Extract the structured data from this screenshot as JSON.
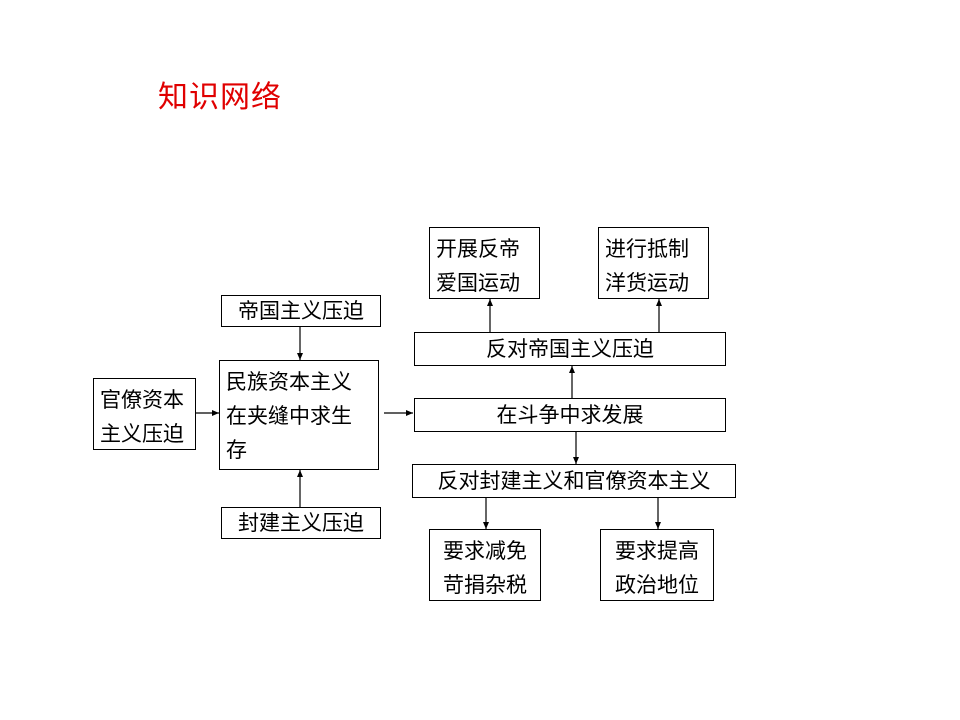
{
  "title": "知识网络",
  "boxes": {
    "guanliao": "官僚资本主义压迫",
    "diguo_yapo": "帝国主义压迫",
    "minzu": "民族资本主义在夹缝中求生存",
    "fengjian_yapo": "封建主义压迫",
    "douzheng": "在斗争中求发展",
    "fan_diguo": "反对帝国主义压迫",
    "fan_fengjian": "反对封建主义和官僚资本主义",
    "aiguo": "开展反帝爱国运动",
    "dizhi": "进行抵制洋货运动",
    "jianmian": "要求减免苛捐杂税",
    "zhengzhi": "要求提高政治地位"
  }
}
